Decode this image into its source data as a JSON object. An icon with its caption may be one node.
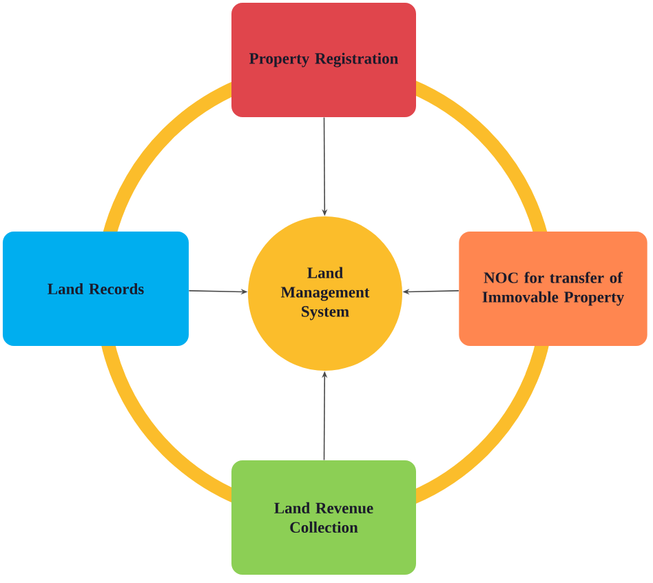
{
  "diagram": {
    "nodes": [
      {
        "text": [
          "Property Registration"
        ]
      },
      {
        "text": [
          "Land Records"
        ]
      },
      {
        "text": [
          "Land Management System"
        ]
      },
      {
        "text": [
          "NOC for transfer of Immovable Property"
        ]
      },
      {
        "text": [
          "Land Revenue Collection"
        ]
      }
    ],
    "edges": [
      {
        "from": 0,
        "to": 2,
        "arrow": "to"
      },
      {
        "from": 1,
        "to": 2,
        "arrow": "to"
      },
      {
        "from": 3,
        "to": 2,
        "arrow": "to"
      },
      {
        "from": 4,
        "to": 2,
        "arrow": "to"
      }
    ]
  }
}
